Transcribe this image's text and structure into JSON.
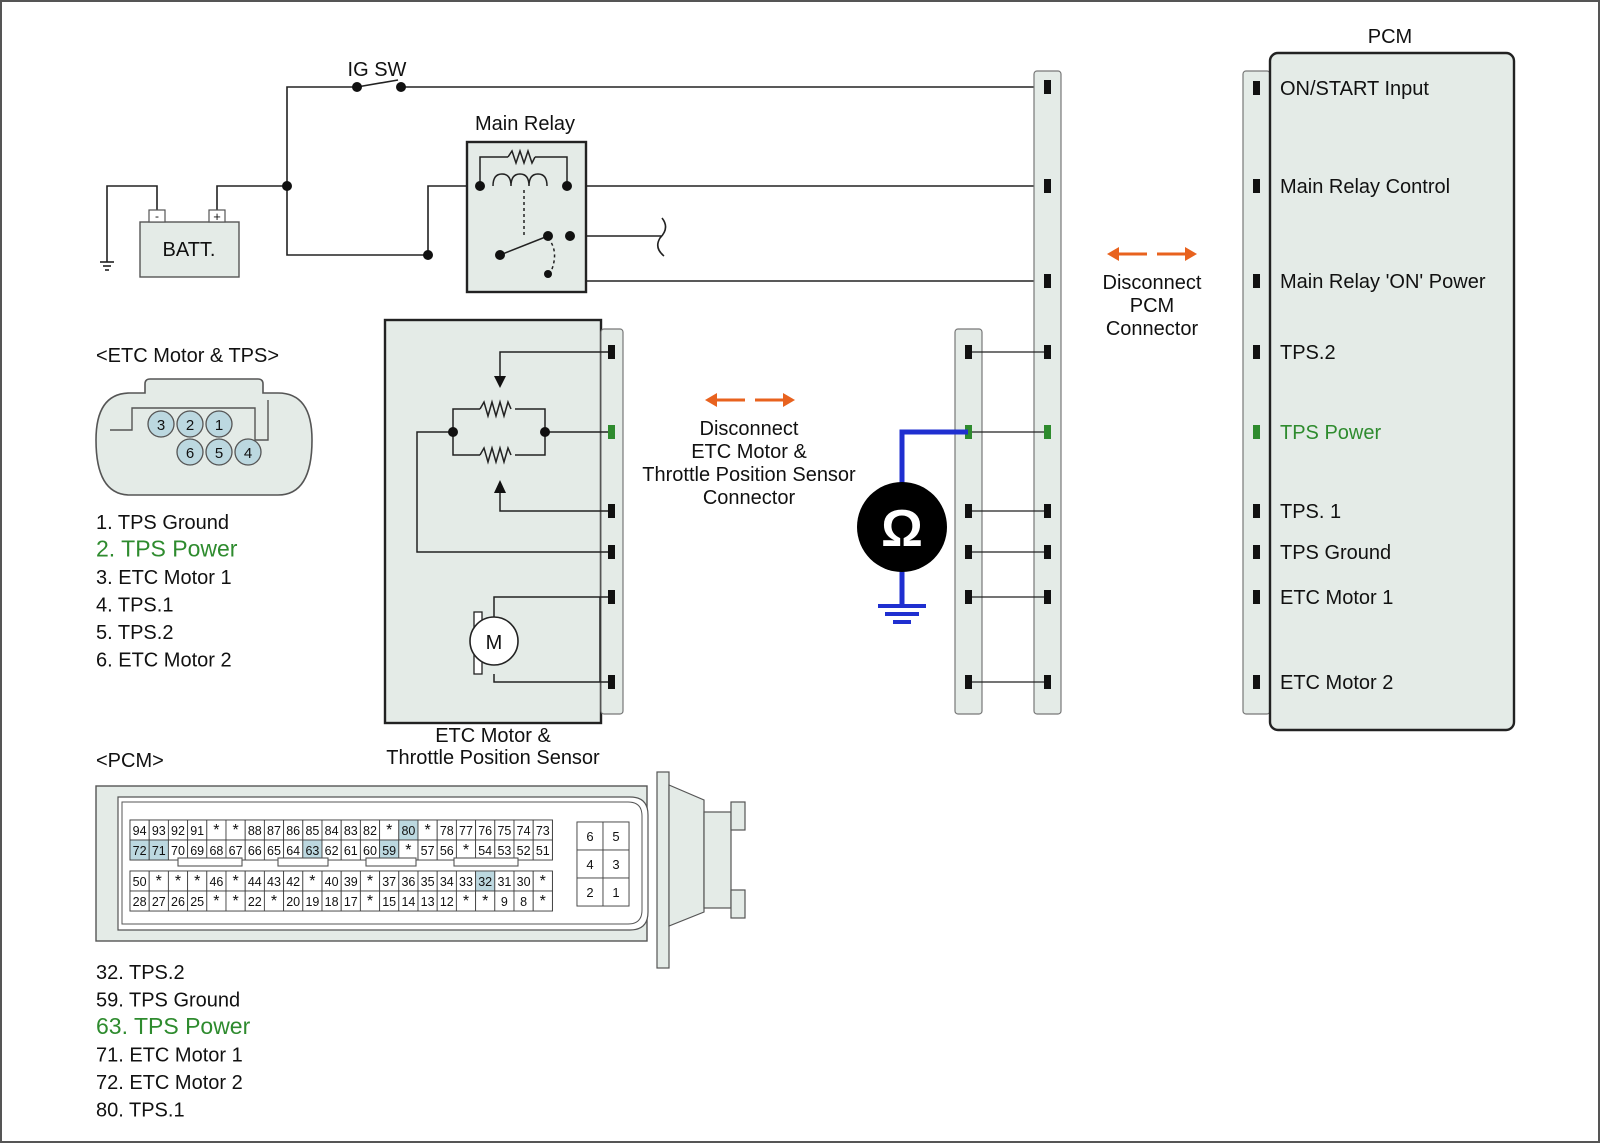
{
  "labels": {
    "ig_sw": "IG SW",
    "main_relay": "Main Relay",
    "batt": "BATT.",
    "batt_minus": "-",
    "batt_plus": "+",
    "pcm_title": "PCM",
    "etc_sensor_line1": "ETC Motor &",
    "etc_sensor_line2": "Throttle Position Sensor",
    "motor": "M",
    "ohm": "Ω"
  },
  "disconnect_etc": [
    "Disconnect",
    "ETC Motor &",
    "Throttle Position Sensor",
    "Connector"
  ],
  "disconnect_pcm": [
    "Disconnect",
    "PCM",
    "Connector"
  ],
  "pcm_pins": [
    {
      "label": "ON/START Input",
      "highlight": false
    },
    {
      "label": "Main Relay Control",
      "highlight": false
    },
    {
      "label": "Main Relay 'ON' Power",
      "highlight": false
    },
    {
      "label": "TPS.2",
      "highlight": false
    },
    {
      "label": "TPS Power",
      "highlight": true
    },
    {
      "label": "TPS. 1",
      "highlight": false
    },
    {
      "label": "TPS Ground",
      "highlight": false
    },
    {
      "label": "ETC Motor 1",
      "highlight": false
    },
    {
      "label": "ETC Motor 2",
      "highlight": false
    }
  ],
  "etc_connector": {
    "title": "<ETC Motor & TPS>",
    "pins_top": [
      "3",
      "2",
      "1"
    ],
    "pins_bottom": [
      "6",
      "5",
      "4"
    ],
    "legend": [
      {
        "text": "1. TPS Ground",
        "highlight": false
      },
      {
        "text": "2. TPS Power",
        "highlight": true
      },
      {
        "text": "3. ETC Motor 1",
        "highlight": false
      },
      {
        "text": "4. TPS.1",
        "highlight": false
      },
      {
        "text": "5. TPS.2",
        "highlight": false
      },
      {
        "text": "6. ETC Motor 2",
        "highlight": false
      }
    ]
  },
  "pcm_connector": {
    "title": "<PCM>",
    "row1": [
      "94",
      "93",
      "92",
      "91",
      "*",
      "*",
      "88",
      "87",
      "86",
      "85",
      "84",
      "83",
      "82",
      "*",
      "80",
      "*",
      "78",
      "77",
      "76",
      "75",
      "74",
      "73"
    ],
    "row2": [
      "72",
      "71",
      "70",
      "69",
      "68",
      "67",
      "66",
      "65",
      "64",
      "63",
      "62",
      "61",
      "60",
      "59",
      "*",
      "57",
      "56",
      "*",
      "54",
      "53",
      "52",
      "51"
    ],
    "row3": [
      "50",
      "*",
      "*",
      "*",
      "46",
      "*",
      "44",
      "43",
      "42",
      "*",
      "40",
      "39",
      "*",
      "37",
      "36",
      "35",
      "34",
      "33",
      "32",
      "31",
      "30",
      "*"
    ],
    "row4": [
      "28",
      "27",
      "26",
      "25",
      "*",
      "*",
      "22",
      "*",
      "20",
      "19",
      "18",
      "17",
      "*",
      "15",
      "14",
      "13",
      "12",
      "*",
      "*",
      "9",
      "8",
      "*"
    ],
    "small_block": [
      [
        "6",
        "5"
      ],
      [
        "4",
        "3"
      ],
      [
        "2",
        "1"
      ]
    ],
    "highlighted": [
      "80",
      "72",
      "71",
      "63",
      "59",
      "32"
    ],
    "legend": [
      {
        "text": "32. TPS.2",
        "highlight": false
      },
      {
        "text": "59. TPS Ground",
        "highlight": false
      },
      {
        "text": "63. TPS Power",
        "highlight": true
      },
      {
        "text": "71. ETC Motor 1",
        "highlight": false
      },
      {
        "text": "72. ETC Motor 2",
        "highlight": false
      },
      {
        "text": "80. TPS.1",
        "highlight": false
      }
    ]
  },
  "colors": {
    "highlight_text": "#2e8b2e",
    "arrow": "#e8621e",
    "probe_wire": "#1f2fd0",
    "connector_fill": "#e4ebe7",
    "batt_fill": "#e4ebe7",
    "pin_highlight": "#bcd8e0",
    "ohm_fill": "#000000"
  }
}
